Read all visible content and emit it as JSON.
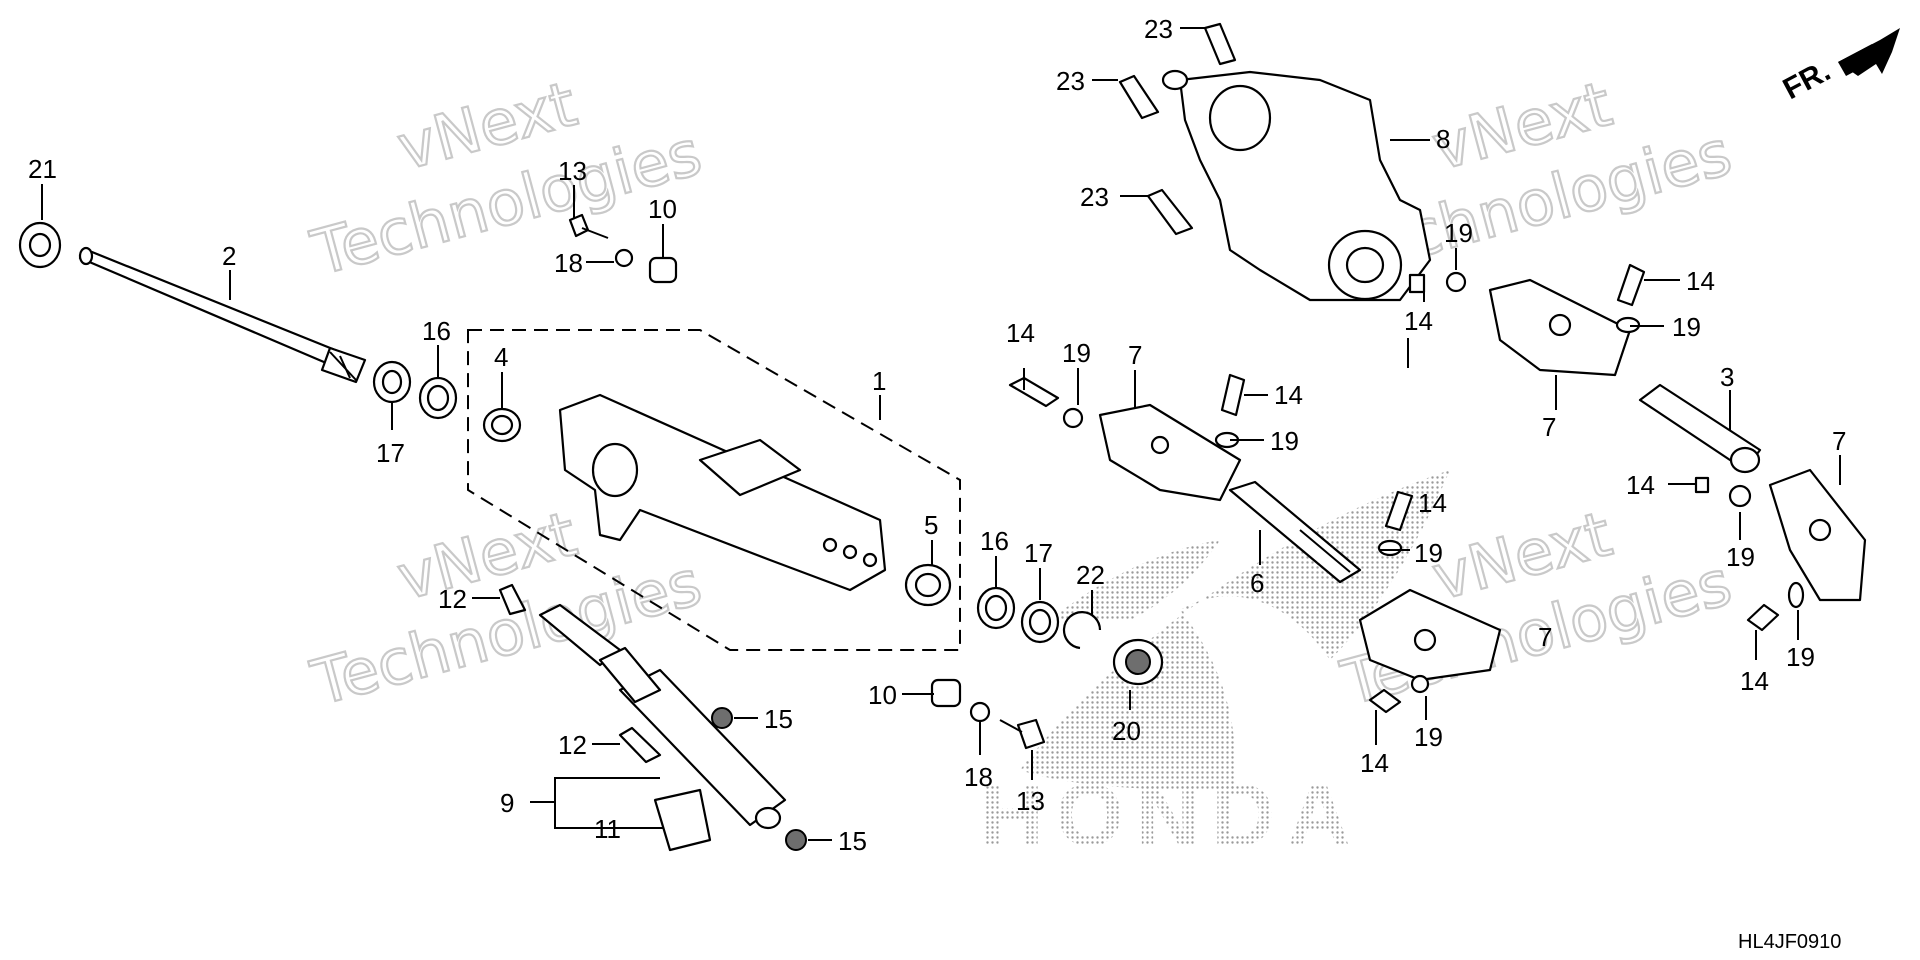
{
  "diagram": {
    "code": "HL4JF0910",
    "direction_label": "FR.",
    "watermark": [
      "vNext",
      "Technologies"
    ],
    "logo_text": "HONDA",
    "colors": {
      "ink": "#000000",
      "watermark": "#c9c9c9",
      "logo_dots": "#9a9a9a"
    }
  },
  "callouts": [
    "21",
    "2",
    "17",
    "16",
    "4",
    "13",
    "18",
    "10",
    "1",
    "5",
    "16",
    "17",
    "22",
    "20",
    "10",
    "18",
    "13",
    "12",
    "15",
    "12",
    "15",
    "9",
    "11",
    "23",
    "23",
    "23",
    "8",
    "14",
    "19",
    "7",
    "14",
    "19",
    "6",
    "14",
    "19",
    "7",
    "14",
    "19",
    "14",
    "19",
    "7",
    "3",
    "14",
    "19",
    "7",
    "14",
    "19"
  ]
}
